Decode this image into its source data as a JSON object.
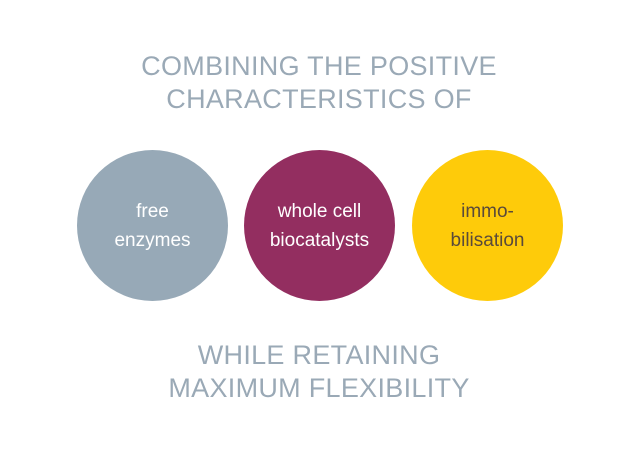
{
  "top_heading": {
    "line1": "COMBINING THE POSITIVE",
    "line2": "CHARACTERISTICS OF"
  },
  "circles": [
    {
      "line1": "free",
      "line2": "enzymes",
      "color": "#97a9b7",
      "text_color": "#ffffff"
    },
    {
      "line1": "whole cell",
      "line2": "biocatalysts",
      "color": "#932e60",
      "text_color": "#ffffff"
    },
    {
      "line1": "immo-",
      "line2": "bilisation",
      "color": "#fecb0a",
      "text_color": "#5a4a3a"
    }
  ],
  "bottom_heading": {
    "line1": "WHILE RETAINING",
    "line2": "MAXIMUM FLEXIBILITY"
  },
  "colors": {
    "heading": "#9aa9b6",
    "background": "#ffffff"
  }
}
